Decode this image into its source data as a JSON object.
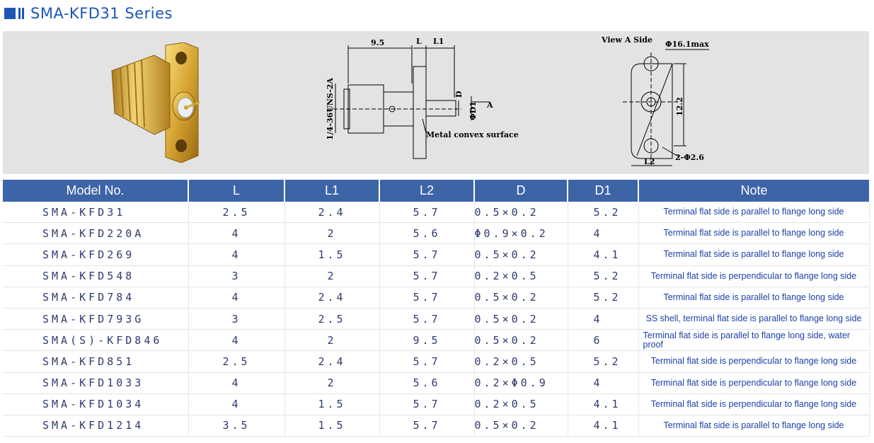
{
  "header": {
    "title": "SMA-KFD31 Series"
  },
  "drawing": {
    "dim_95": "9.5",
    "dim_L": "L",
    "dim_L1": "L1",
    "thread": "1/4-36UNS-2A",
    "dim_D": "D",
    "dim_D1": "ΦD1",
    "dim_A": "A",
    "surface_note": "Metal convex surface",
    "view_label": "View A Side",
    "dim_dia": "Φ16.1max",
    "dim_122": "12.2",
    "dim_holes": "2-Φ2.6",
    "dim_L2": "L2"
  },
  "table": {
    "headers": [
      "Model No.",
      "L",
      "L1",
      "L2",
      "D",
      "D1",
      "Note"
    ],
    "rows": [
      [
        "SMA-KFD31",
        "2.5",
        "2.4",
        "5.7",
        "0.5×0.2",
        "5.2",
        "Terminal flat side is parallel to flange long side"
      ],
      [
        "SMA-KFD220A",
        "4",
        "2",
        "5.6",
        "Φ0.9×0.2",
        "4",
        "Terminal flat side is parallel to flange long side"
      ],
      [
        "SMA-KFD269",
        "4",
        "1.5",
        "5.7",
        "0.5×0.2",
        "4.1",
        "Terminal flat side is parallel to flange long side"
      ],
      [
        "SMA-KFD548",
        "3",
        "2",
        "5.7",
        "0.2×0.5",
        "5.2",
        "Terminal flat side is perpendicular to flange long side"
      ],
      [
        "SMA-KFD784",
        "4",
        "2.4",
        "5.7",
        "0.5×0.2",
        "5.2",
        "Terminal flat side is parallel to flange long side"
      ],
      [
        "SMA-KFD793G",
        "3",
        "2.5",
        "5.7",
        "0.5×0.2",
        "4",
        "SS shell, terminal flat side is parallel to flange long side"
      ],
      [
        "SMA(S)-KFD846",
        "4",
        "2",
        "9.5",
        "0.5×0.2",
        "6",
        "Terminal flat side is parallel to flange long side, water proof"
      ],
      [
        "SMA-KFD851",
        "2.5",
        "2.4",
        "5.7",
        "0.2×0.5",
        "5.2",
        "Terminal flat side is perpendicular to flange long side"
      ],
      [
        "SMA-KFD1033",
        "4",
        "2",
        "5.6",
        "0.2×Φ0.9",
        "4",
        "Terminal flat side is perpendicular to flange long side"
      ],
      [
        "SMA-KFD1034",
        "4",
        "1.5",
        "5.7",
        "0.2×0.5",
        "4.1",
        "Terminal flat side is perpendicular to flange long side"
      ],
      [
        "SMA-KFD1214",
        "3.5",
        "1.5",
        "5.7",
        "0.5×0.2",
        "4.1",
        "Terminal flat side is parallel to flange long side"
      ]
    ]
  }
}
